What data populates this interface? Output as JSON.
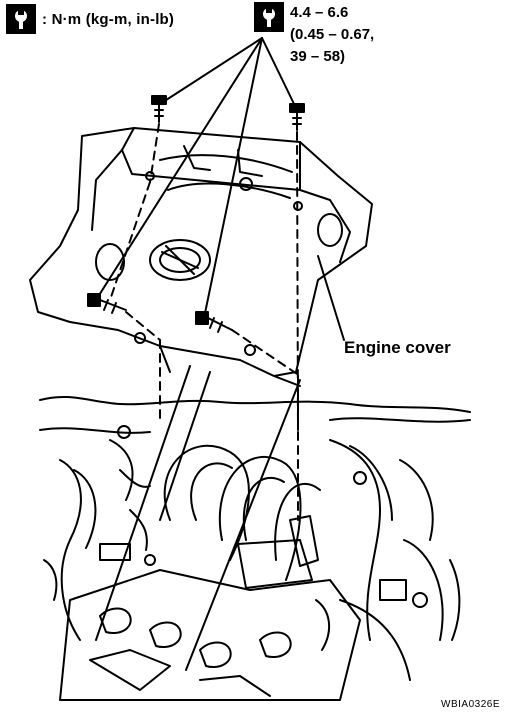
{
  "legend": {
    "text": ": N·m (kg-m, in-lb)",
    "icon": "torque-wrench-icon"
  },
  "torque_spec": {
    "line1": "4.4 – 6.6",
    "line2": "(0.45 – 0.67,",
    "line3": "39 – 58)",
    "icon": "torque-wrench-icon"
  },
  "labels": {
    "engine_cover": "Engine cover"
  },
  "figure_id": "WBIA0326E"
}
